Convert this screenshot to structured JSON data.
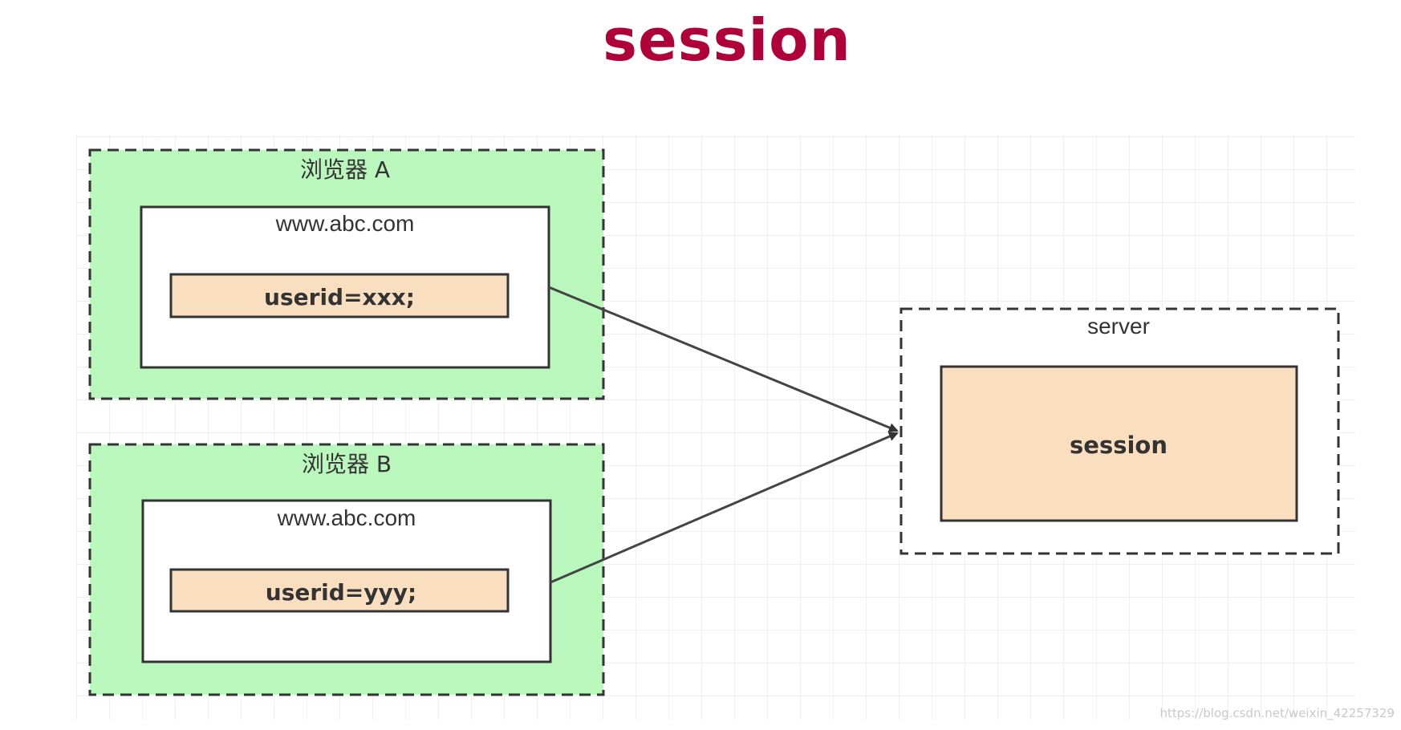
{
  "title": "session",
  "colors": {
    "title": "#b0003a",
    "browser_fill": "#baf7bc",
    "cookie_fill": "#f9dfbf",
    "grid": "#e7e7e7",
    "border": "#333333",
    "arrow": "#444444"
  },
  "browser_a": {
    "label": "浏览器 A",
    "domain": "www.abc.com",
    "cookie": "userid=xxx;"
  },
  "browser_b": {
    "label": "浏览器 B",
    "domain": "www.abc.com",
    "cookie": "userid=yyy;"
  },
  "server": {
    "label": "server",
    "store": "session"
  },
  "watermark": "https://blog.csdn.net/weixin_42257329"
}
